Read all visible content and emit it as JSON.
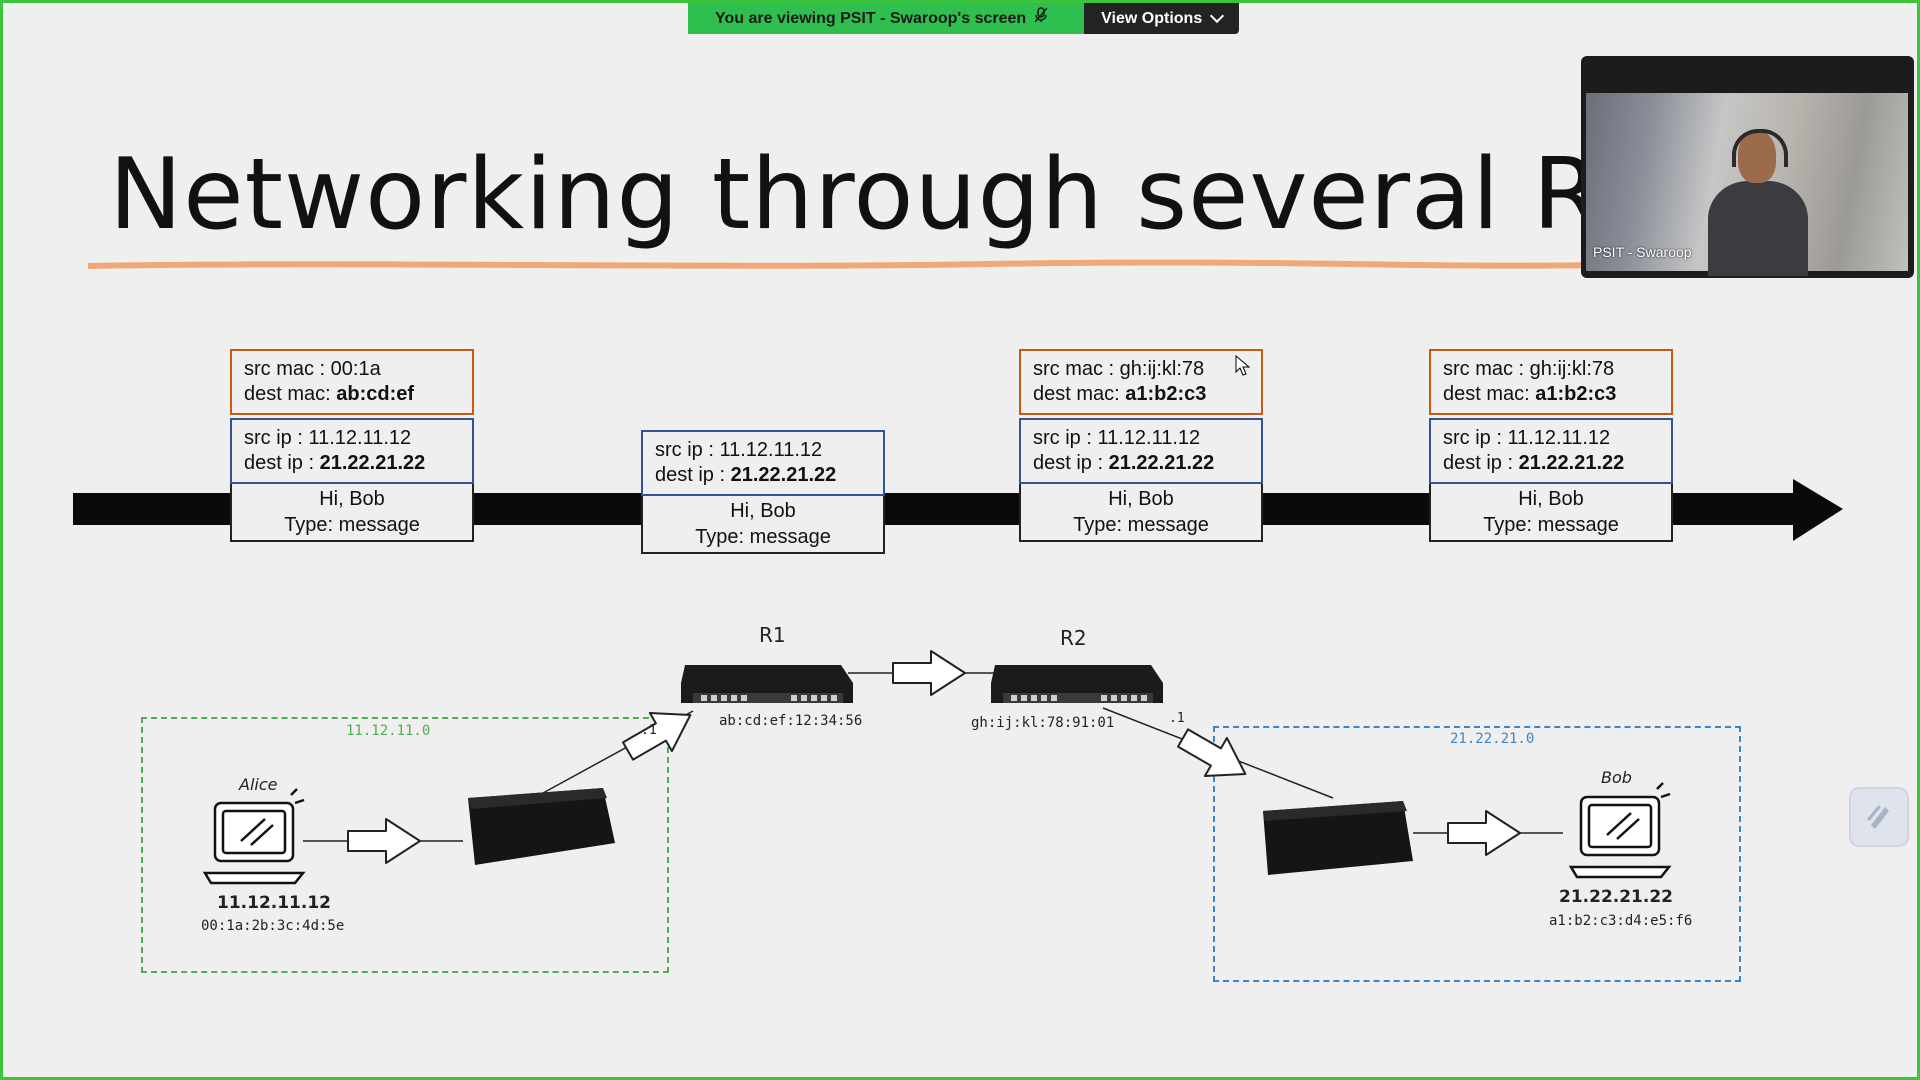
{
  "banner": {
    "viewing_text": "You are viewing  PSIT - Swaroop's screen",
    "view_options_label": "View Options",
    "mic_icon": "mic-muted-icon"
  },
  "slide": {
    "title": "Networking through several Route",
    "underline_color": "#f0a878"
  },
  "video": {
    "participant_name": "PSIT - Swaroop"
  },
  "packets": [
    {
      "mac_src_label": "src mac   : ",
      "mac_src": "00:1a",
      "mac_dest_label": "dest mac: ",
      "mac_dest": "ab:cd:ef",
      "ip_src_label": "src ip   : ",
      "ip_src": "11.12.11.12",
      "ip_dest_label": "dest ip : ",
      "ip_dest": "21.22.21.22",
      "msg_line1": "Hi, Bob",
      "msg_line2": "Type: message"
    },
    {
      "ip_src_label": "src ip   : ",
      "ip_src": "11.12.11.12",
      "ip_dest_label": "dest ip : ",
      "ip_dest": "21.22.21.22",
      "msg_line1": "Hi, Bob",
      "msg_line2": "Type: message"
    },
    {
      "mac_src_label": "src mac   : ",
      "mac_src": "gh:ij:kl:78",
      "mac_dest_label": "dest mac: ",
      "mac_dest": "a1:b2:c3",
      "ip_src_label": "src ip   : ",
      "ip_src": "11.12.11.12",
      "ip_dest_label": "dest ip : ",
      "ip_dest": "21.22.21.22",
      "msg_line1": "Hi, Bob",
      "msg_line2": "Type: message"
    },
    {
      "mac_src_label": "src mac   : ",
      "mac_src": "gh:ij:kl:78",
      "mac_dest_label": "dest mac: ",
      "mac_dest": "a1:b2:c3",
      "ip_src_label": "src ip   : ",
      "ip_src": "11.12.11.12",
      "ip_dest_label": "dest ip : ",
      "ip_dest": "21.22.21.22",
      "msg_line1": "Hi, Bob",
      "msg_line2": "Type: message"
    }
  ],
  "diagram": {
    "left_network": "11.12.11.0",
    "right_network": "21.22.21.0",
    "left_zone_color": "#4caf50",
    "right_zone_color": "#3a86c8",
    "r1_label": "R1",
    "r2_label": "R2",
    "r1_mac": "ab:cd:ef:12:34:56",
    "r2_mac": "gh:ij:kl:78:91:01",
    "r1_port": ".1",
    "r2_port": ".1",
    "alice_label": "Alice",
    "alice_ip": "11.12.11.12",
    "alice_mac": "00:1a:2b:3c:4d:5e",
    "bob_label": "Bob",
    "bob_ip": "21.22.21.22",
    "bob_mac": "a1:b2:c3:d4:e5:f6"
  },
  "side_app_icon": "annotate-pen-icon"
}
